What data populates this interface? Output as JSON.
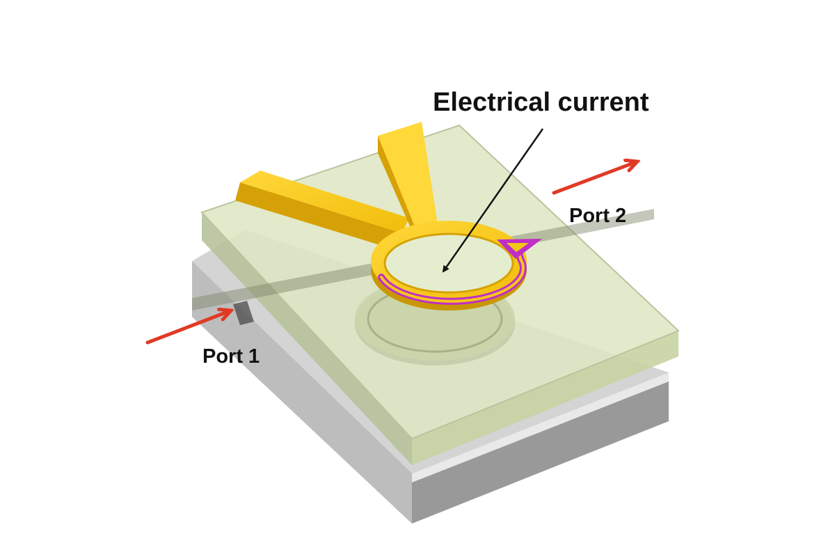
{
  "labels": {
    "current": "Electrical current",
    "port1": "Port 1",
    "port2": "Port 2"
  },
  "colors": {
    "substrate": "#a8a8a8",
    "cladding": "#c9d6a9",
    "electrode": "#f3c71a",
    "current_loop": "#c02ec7",
    "port_arrow": "#e03a26",
    "pointer_arrow": "#111111"
  },
  "icons": {
    "port_arrows": "arrow-right-icon",
    "current_loop": "circular-arrow-icon"
  }
}
